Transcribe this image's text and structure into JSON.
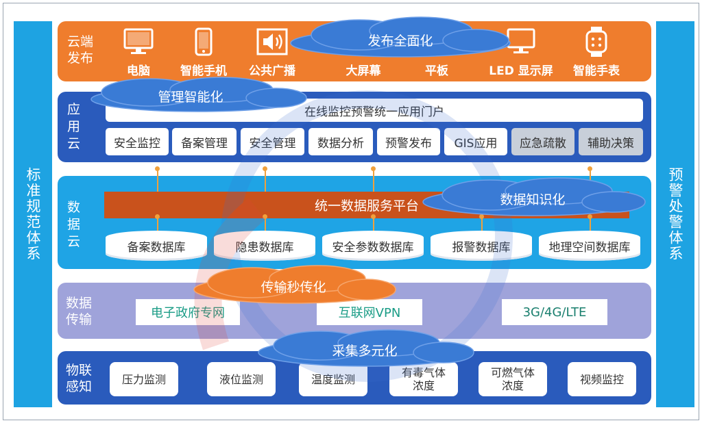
{
  "side_left": "标准规范体系",
  "side_right": "预警处警体系",
  "cloud_layer": {
    "label": "云端\n发布",
    "devices": [
      {
        "icon": "computer-icon",
        "label": "电脑"
      },
      {
        "icon": "smartphone-icon",
        "label": "智能手机"
      },
      {
        "icon": "speaker-icon",
        "label": "公共广播"
      },
      {
        "icon": "big-screen-icon",
        "label": "大屏幕"
      },
      {
        "icon": "tablet-icon",
        "label": "平板"
      },
      {
        "icon": "led-display-icon",
        "label": "LED 显示屏"
      },
      {
        "icon": "smartwatch-icon",
        "label": "智能手表"
      }
    ]
  },
  "app_layer": {
    "label": "应\n用\n云",
    "portal": "在线监控预警统一应用门户",
    "modules": [
      "安全监控",
      "备案管理",
      "安全管理",
      "数据分析",
      "预警发布",
      "GIS应用",
      "应急疏散",
      "辅助决策"
    ]
  },
  "data_layer": {
    "label": "数\n据\n云",
    "platform": "统一数据服务平台",
    "databases": [
      "备案数据库",
      "隐患数据库",
      "安全参数数据库",
      "报警数据库",
      "地理空间数据库"
    ]
  },
  "transport_layer": {
    "label": "数据\n传输",
    "channels": [
      "电子政府专网",
      "互联网VPN",
      "3G/4G/LTE"
    ]
  },
  "iot_layer": {
    "label": "物联\n感知",
    "sensors": [
      "压力监测",
      "液位监测",
      "温度监测",
      "有毒气体\n浓度",
      "可燃气体\n浓度",
      "视频监控"
    ]
  },
  "clouds": {
    "publish": "发布全面化",
    "manage": "管理智能化",
    "knowledge": "数据知识化",
    "transmit": "传输秒传化",
    "collect": "采集多元化"
  },
  "colors": {
    "orange": "#ef7d2d",
    "blue_dark": "#2a5bbc",
    "blue_light": "#1fa4e5",
    "lavender": "#9fa3da",
    "platform": "#c9521c",
    "connector": "#f0a13c"
  }
}
